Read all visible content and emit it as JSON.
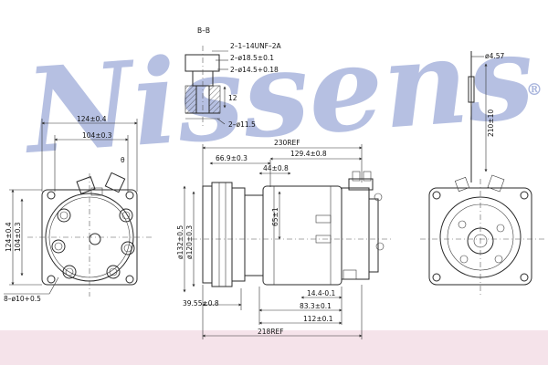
{
  "watermark": {
    "brand": "Nissens",
    "registered": "®",
    "color": "#aab6dd"
  },
  "band_color": "#f5e3ea",
  "section": {
    "title": "B–B"
  },
  "dimensions": {
    "thread": "2–1–14UNF–2A",
    "d185": "2–ø18.5±0.1",
    "d145": "2–ø14.5+0.18",
    "h12": "12",
    "d115": "2–ø11.5",
    "d457": "ø4.57",
    "v210": "210±10",
    "w124_top": "124±0.4",
    "w104_top": "104±0.3",
    "angle_b": "θ",
    "h124_left": "124±0.4",
    "h104_left": "104±0.3",
    "hole_left": "8–ø10+0.5",
    "ref230": "230REF",
    "l669": "66.9±0.3",
    "l1294": "129.4±0.8",
    "l44": "44±0.8",
    "d132": "ø132±0.5",
    "d120": "ø120±0.3",
    "h65": "65±1",
    "l144": "14.4-0.1",
    "l3955": "39.55±0.8",
    "l833": "83.3±0.1",
    "l112": "112±0.1",
    "ref218": "218REF"
  }
}
